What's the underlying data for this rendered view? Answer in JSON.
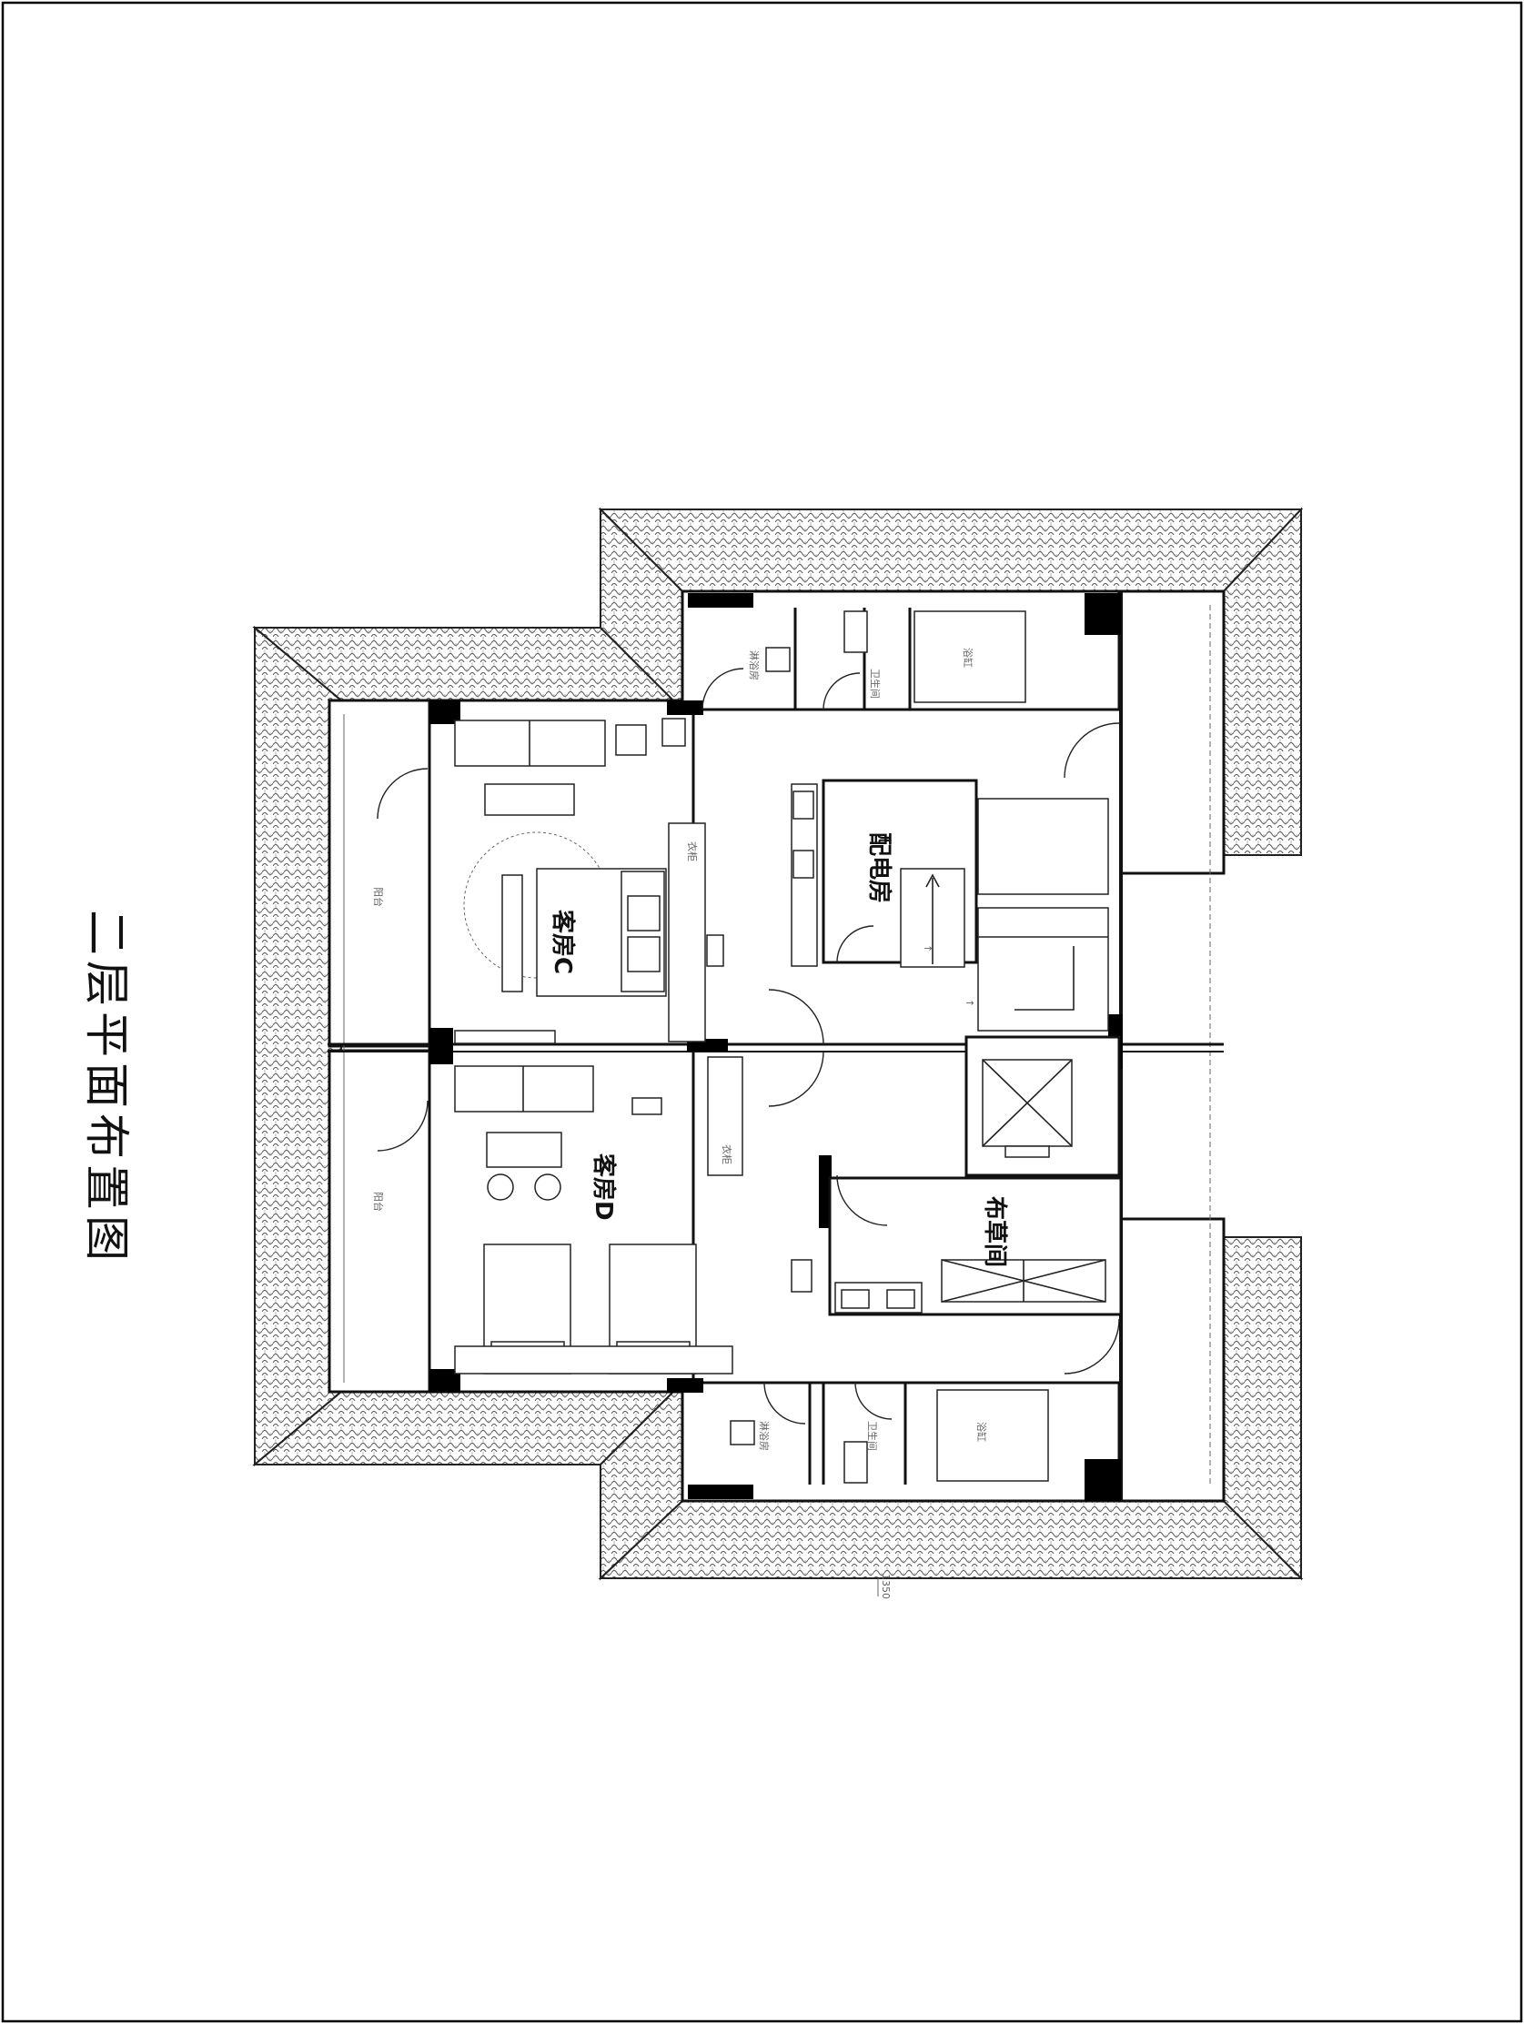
{
  "sheet": {
    "title": "二层平面布置图",
    "scale_note": "1350"
  },
  "rooms": {
    "guest_room_c": "客房C",
    "guest_room_d": "客房D",
    "power_room": "配电房",
    "linen_room": "布草间"
  },
  "tags": {
    "balcony": "阳台",
    "shower": "淋浴房",
    "toilet": "卫生间",
    "bathtub": "浴缸",
    "wardrobe": "衣柜"
  },
  "icons": {
    "stair_arrow": "arrow-up-icon",
    "elevator": "elevator-cross-icon",
    "roof_tiles": "roof-tile-pattern"
  }
}
